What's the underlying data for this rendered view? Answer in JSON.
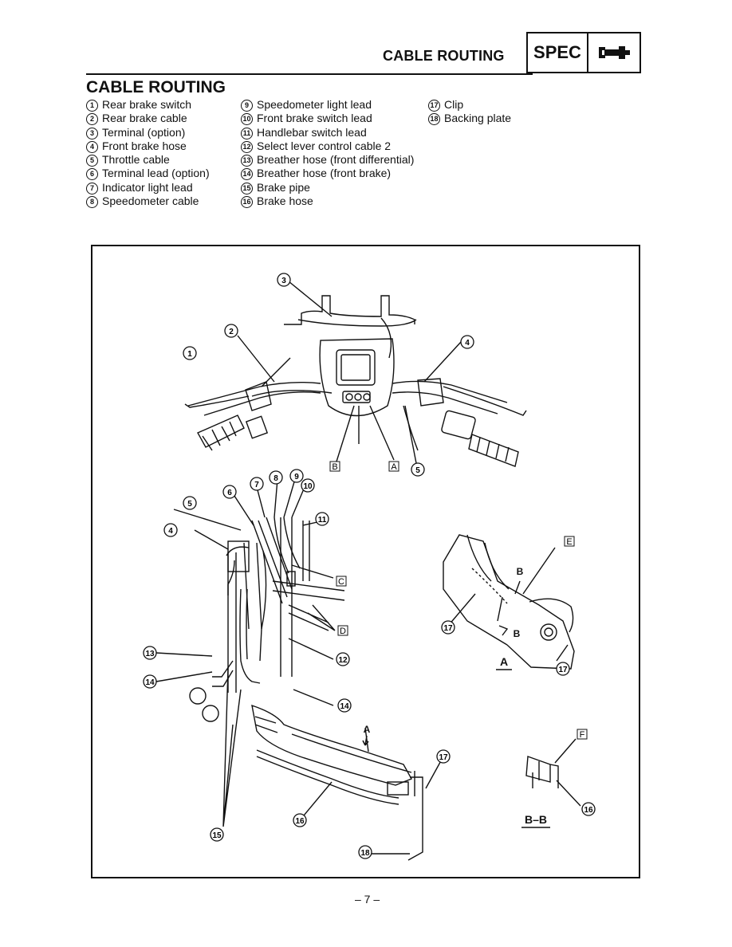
{
  "header": {
    "section": "CABLE ROUTING",
    "badge": "SPEC",
    "badge_icon": "wrench-icon"
  },
  "title": "CABLE ROUTING",
  "legend": {
    "col1": [
      {
        "n": "1",
        "label": "Rear brake switch"
      },
      {
        "n": "2",
        "label": "Rear brake cable"
      },
      {
        "n": "3",
        "label": "Terminal (option)"
      },
      {
        "n": "4",
        "label": "Front brake hose"
      },
      {
        "n": "5",
        "label": "Throttle cable"
      },
      {
        "n": "6",
        "label": "Terminal lead (option)"
      },
      {
        "n": "7",
        "label": "Indicator light lead"
      },
      {
        "n": "8",
        "label": "Speedometer cable"
      }
    ],
    "col2": [
      {
        "n": "9",
        "label": "Speedometer light lead"
      },
      {
        "n": "10",
        "label": "Front brake switch lead"
      },
      {
        "n": "11",
        "label": "Handlebar switch lead"
      },
      {
        "n": "12",
        "label": "Select lever control cable 2"
      },
      {
        "n": "13",
        "label": "Breather hose (front differential)"
      },
      {
        "n": "14",
        "label": "Breather hose (front brake)"
      },
      {
        "n": "15",
        "label": "Brake pipe"
      },
      {
        "n": "16",
        "label": "Brake hose"
      }
    ],
    "col3": [
      {
        "n": "17",
        "label": "Clip"
      },
      {
        "n": "18",
        "label": "Backing plate"
      }
    ]
  },
  "diagram": {
    "box_labels": [
      "A",
      "B",
      "C",
      "D",
      "E",
      "F"
    ],
    "arrow_labels": [
      "A",
      "B",
      "B"
    ],
    "view_labels": [
      "A",
      "B–B"
    ]
  },
  "page_number": "– 7 –"
}
